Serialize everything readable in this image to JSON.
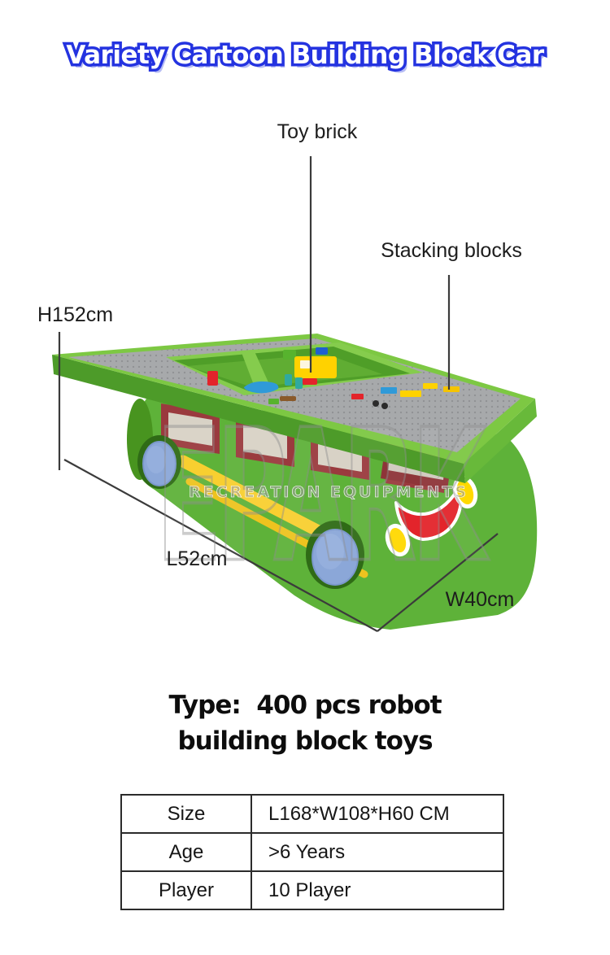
{
  "header": {
    "title": "Variety Cartoon Building Block Car"
  },
  "figure": {
    "callouts": {
      "toy_brick": "Toy brick",
      "stacking_blocks": "Stacking blocks"
    },
    "dimensions": {
      "height": "H152cm",
      "length": "L52cm",
      "width": "W40cm"
    },
    "watermark": {
      "brand": "EPARK",
      "tagline": "RECREATION EQUIPMENTS"
    }
  },
  "type_heading": {
    "line1": "Type:  400 pcs robot",
    "line2": "building block toys"
  },
  "spec_table": {
    "rows": [
      {
        "label": "Size",
        "value": "L168*W108*H60 CM"
      },
      {
        "label": "Age",
        "value": ">6 Years"
      },
      {
        "label": "Player",
        "value": "10 Player"
      }
    ]
  },
  "colors": {
    "title_blue": "#2433e0",
    "title_shadow": "#b7bdf4",
    "car_green": "#7dc843",
    "body_green": "#5eb239",
    "plate_gray": "#a7a9ab",
    "window_maroon": "#9a3a3e",
    "stripe_yellow": "#f8cf30",
    "wheel_blue": "#8ba7d8",
    "mouth_red": "#e3242b",
    "eye_yellow": "#ffd900"
  }
}
